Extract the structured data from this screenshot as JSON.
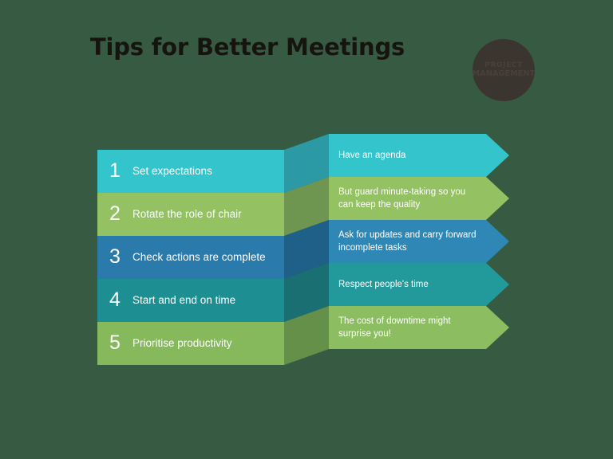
{
  "page": {
    "background_color": "#375a42",
    "title": "Tips for Better Meetings"
  },
  "logo": {
    "name": "project-management-badge",
    "line1": "PROJECT",
    "line2": "MANAGEMENT",
    "circle_color": "#3b352f",
    "text_color": "#494039"
  },
  "infographic": {
    "rows": [
      {
        "number": "1",
        "title": "Set expectations",
        "detail": "Have an agenda",
        "bar_color": "#33c4cc",
        "arrow_color": "#33c4cc",
        "fold_color": "#2b9aa4"
      },
      {
        "number": "2",
        "title": "Rotate the role of chair",
        "detail": "But guard minute-taking so you can keep the quality",
        "bar_color": "#94c162",
        "arrow_color": "#94c162",
        "fold_color": "#6e9650"
      },
      {
        "number": "3",
        "title": "Check actions are complete",
        "detail": "Ask for updates and carry forward incomplete tasks",
        "bar_color": "#2a7aab",
        "arrow_color": "#2f87b5",
        "fold_color": "#1f6088"
      },
      {
        "number": "4",
        "title": "Start and end on time",
        "detail": "Respect people's time",
        "bar_color": "#1d8f92",
        "arrow_color": "#229a9b",
        "fold_color": "#1a6f73"
      },
      {
        "number": "5",
        "title": "Prioritise productivity",
        "detail": "The cost of downtime might surprise you!",
        "bar_color": "#86b85c",
        "arrow_color": "#8dbd61",
        "fold_color": "#65904a"
      }
    ]
  }
}
